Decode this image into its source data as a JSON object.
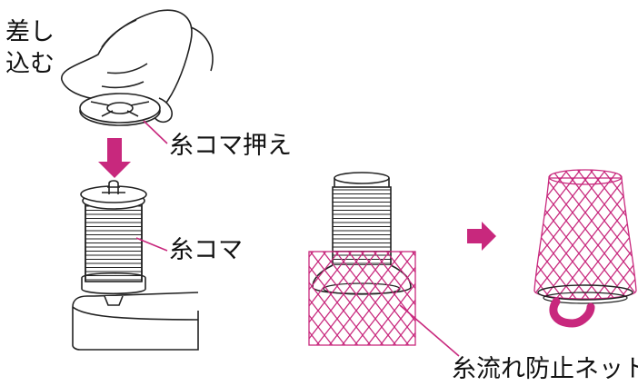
{
  "labels": {
    "insert": "差し込む",
    "spool_cap": "糸コマ押え",
    "spool": "糸コマ",
    "net": "糸流れ防止ネット"
  },
  "colors": {
    "accent": "#c8287d",
    "line": "#222222"
  },
  "icons": {
    "down_arrow": "down-arrow-icon",
    "right_arrow": "right-arrow-icon"
  }
}
